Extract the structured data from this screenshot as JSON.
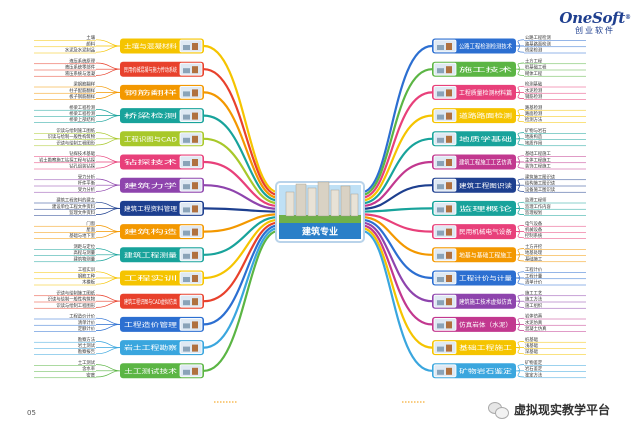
{
  "logo": {
    "brand": "OneSoft",
    "reg": "®",
    "cn": "创业软件"
  },
  "page_number": "05",
  "watermark": {
    "text": "虚拟现实教学平台"
  },
  "center": {
    "label": "建筑专业"
  },
  "colors": {
    "c_yellow": "#f5c400",
    "c_orange": "#f39800",
    "c_red": "#e8412c",
    "c_pink": "#e8407a",
    "c_purple": "#8e44ad",
    "c_blue": "#2c6fd1",
    "c_teal": "#18a39b",
    "c_green": "#5bb544",
    "c_lime": "#a8c82a",
    "c_navy": "#1d3f8f",
    "c_sky": "#3aa6de",
    "c_magenta": "#c2388f",
    "c_gray": "#6b7b8c",
    "c_darkteal": "#0d6e7a"
  },
  "left_branches": [
    {
      "label": "土壤与混凝材料",
      "color": "c_yellow",
      "leaves": [
        "土壤",
        "颜料",
        "水泥及水泥制品"
      ]
    },
    {
      "label": "民用机械混凝与施力传动系统",
      "color": "c_red",
      "leaves": [
        "液压系统原理",
        "液压系统零部件",
        "液压系统与混凝"
      ]
    },
    {
      "label": "钢筋翻样",
      "color": "c_orange",
      "leaves": [
        "梁钢筋翻样",
        "柱子配筋翻样",
        "板子钢筋翻样"
      ]
    },
    {
      "label": "桥梁检测",
      "color": "c_teal",
      "leaves": [
        "桥梁工程检测",
        "桥梁工程检测",
        "桥梁上部结构"
      ]
    },
    {
      "label": "工程识图与CAD",
      "color": "c_lime",
      "leaves": [
        "识读与绘制施工图纸",
        "识读与绘制一般性构筑物",
        "识读与绘制工程图形"
      ]
    },
    {
      "label": "钻探技术",
      "color": "c_pink",
      "leaves": [
        "钻探技术基础",
        "岩土勘察施工钻探工程与钻探",
        "钻孔组装钻探"
      ]
    },
    {
      "label": "建筑力学",
      "color": "c_purple",
      "leaves": [
        "受力分析",
        "杆件平衡",
        "受力分析"
      ]
    },
    {
      "label": "建筑工程资料管理",
      "color": "c_navy",
      "leaves": [
        "建筑工程资料的建立",
        "建设单位工程文件资料",
        "监理文件资料"
      ]
    },
    {
      "label": "建筑构造",
      "color": "c_orange",
      "leaves": [
        "门窗",
        "屋面",
        "基础与地下室"
      ]
    },
    {
      "label": "建筑工程测量",
      "color": "c_teal",
      "leaves": [
        "测距与定位",
        "高程与测量",
        "建筑物测量"
      ]
    },
    {
      "label": "工程实训",
      "color": "c_yellow",
      "leaves": [
        "工程实训",
        "钢筋工种",
        "木模板"
      ]
    },
    {
      "label": "建筑工程识图与CAD虚拟仿真",
      "color": "c_red",
      "leaves": [
        "识读与绘制施工图纸",
        "识读与绘制一般性构筑物",
        "识读与绘制工程图形"
      ]
    },
    {
      "label": "工程造价管理",
      "color": "c_blue",
      "leaves": [
        "工程造价计价",
        "清单计价",
        "定额计价"
      ]
    },
    {
      "label": "岩土工程勘察",
      "color": "c_sky",
      "leaves": [
        "勘察方法",
        "岩土测试",
        "勘察报告"
      ]
    },
    {
      "label": "土工测试技术",
      "color": "c_green",
      "leaves": [
        "土工测试",
        "含水率",
        "密度"
      ]
    }
  ],
  "right_branches": [
    {
      "label": "公路工程检测检测技术",
      "color": "c_blue",
      "leaves": [
        "公路工程检测",
        "路基路面检测",
        "桥梁检测"
      ]
    },
    {
      "label": "施工技术",
      "color": "c_green",
      "leaves": [
        "土方工程",
        "桩基础工程",
        "砌体工程"
      ]
    },
    {
      "label": "工程质量检测材料篇",
      "color": "c_pink",
      "leaves": [
        "检测基础",
        "水泥检测",
        "钢筋检测"
      ]
    },
    {
      "label": "道路路面检测",
      "color": "c_yellow",
      "leaves": [
        "路基检测",
        "路面检测",
        "检测方法"
      ]
    },
    {
      "label": "地质学基础",
      "color": "c_teal",
      "leaves": [
        "矿物与岩石",
        "地质构造",
        "地质作用"
      ]
    },
    {
      "label": "建筑工程施工工艺仿真",
      "color": "c_magenta",
      "leaves": [
        "基础工程施工",
        "主体工程施工",
        "装饰工程施工"
      ]
    },
    {
      "label": "建筑工程图识读",
      "color": "c_navy",
      "leaves": [
        "建筑施工图识读",
        "结构施工图识读",
        "设备施工图识读"
      ]
    },
    {
      "label": "监理概论",
      "color": "c_teal",
      "leaves": [
        "监理工程师",
        "监理工作内容",
        "监理规划"
      ]
    },
    {
      "label": "民用机械电气设备",
      "color": "c_pink",
      "leaves": [
        "电气设备",
        "机械设备",
        "控制系统"
      ]
    },
    {
      "label": "地基与基础工程施工",
      "color": "c_orange",
      "leaves": [
        "土方开挖",
        "地基处理",
        "基础施工"
      ]
    },
    {
      "label": "工程计价与计量",
      "color": "c_blue",
      "leaves": [
        "工程计价",
        "工程计量",
        "清单计价"
      ]
    },
    {
      "label": "建筑施工技术虚拟仿真",
      "color": "c_purple",
      "leaves": [
        "施工工艺",
        "施工方法",
        "施工组织"
      ]
    },
    {
      "label": "仿真岩体（水泥）",
      "color": "c_magenta",
      "leaves": [
        "岩体仿真",
        "水泥仿真",
        "混凝土仿真"
      ]
    },
    {
      "label": "基础工程施工",
      "color": "c_yellow",
      "leaves": [
        "桩基础",
        "浅基础",
        "深基础"
      ]
    },
    {
      "label": "矿物岩石鉴定",
      "color": "c_sky",
      "leaves": [
        "矿物鉴定",
        "岩石鉴定",
        "鉴定方法"
      ]
    }
  ]
}
